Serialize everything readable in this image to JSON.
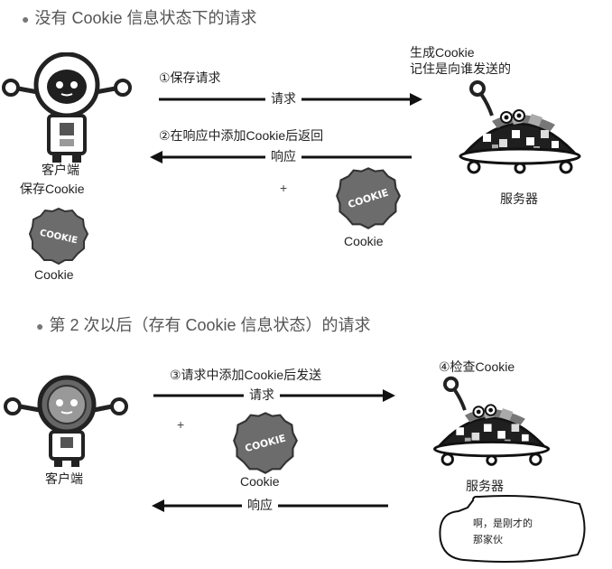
{
  "section1": {
    "heading": "没有 Cookie 信息状态下的请求",
    "client_label": "客户端",
    "client_sub": "保存Cookie",
    "client_cookie_label": "Cookie",
    "step1": "①保存请求",
    "request_label": "请求",
    "step2": "②在响应中添加Cookie后返回",
    "response_label": "响应",
    "plus": "+",
    "mid_cookie_label": "Cookie",
    "server_note_line1": "生成Cookie",
    "server_note_line2": "记住是向谁发送的",
    "server_label": "服务器"
  },
  "section2": {
    "heading": "第 2 次以后（存有 Cookie 信息状态）的请求",
    "step3": "③请求中添加Cookie后发送",
    "request_label": "请求",
    "plus": "+",
    "cookie_label": "Cookie",
    "client_label": "客户端",
    "step4": "④检查Cookie",
    "server_label": "服务器",
    "response_label": "响应",
    "bubble_line1": "啊，是刚才的",
    "bubble_line2": "那家伙"
  },
  "cookie_text": "COOKIE",
  "colors": {
    "robot_dark": "#1f1f1f",
    "cookie": "#6c6c6c",
    "arrow": "#111111"
  }
}
